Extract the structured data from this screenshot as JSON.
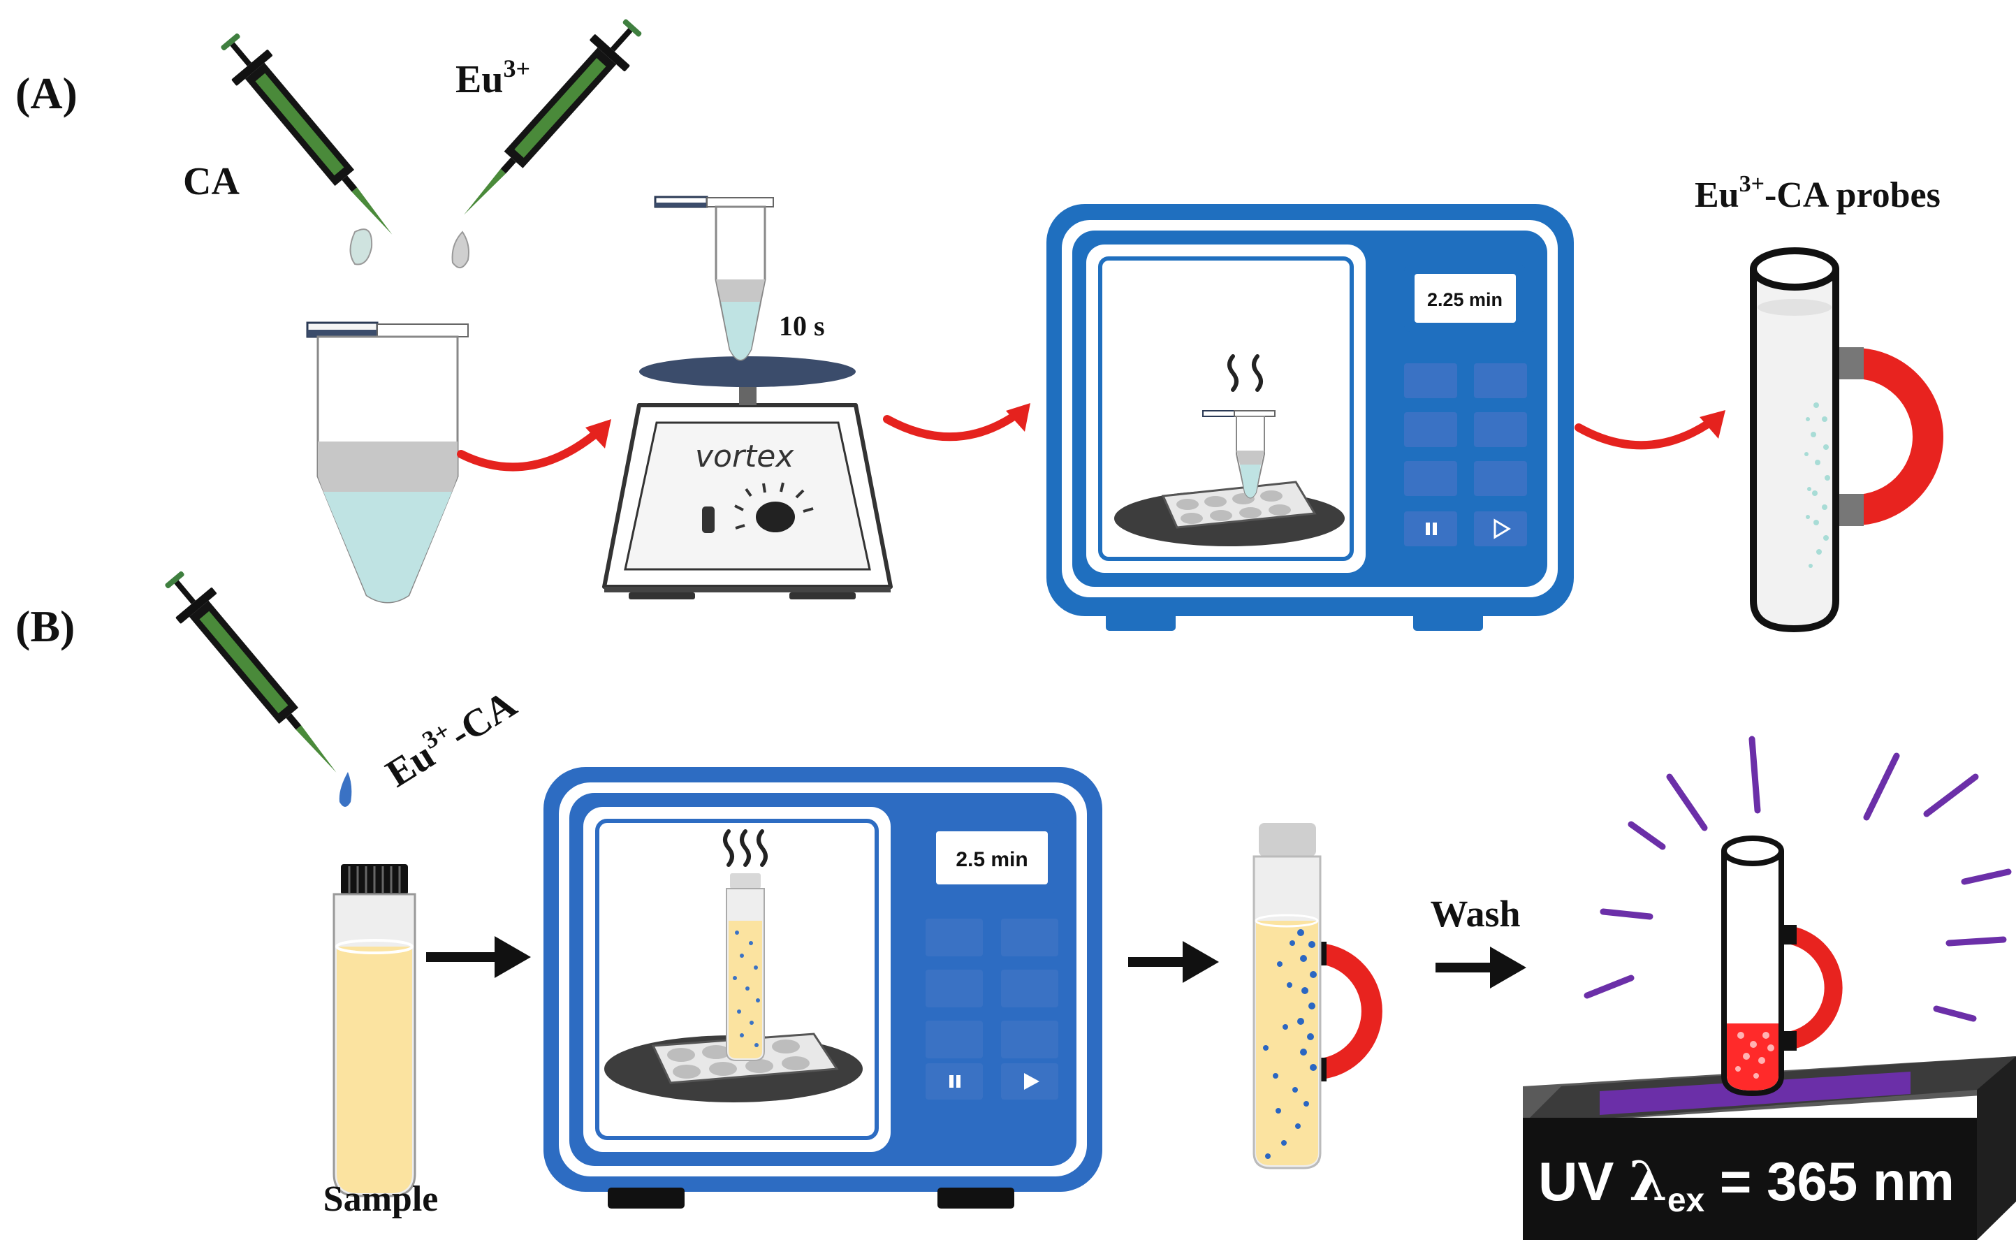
{
  "panel_a": {
    "label": "(A)",
    "reagent_1": "CA",
    "reagent_2_base": "Eu",
    "reagent_2_sup": "3+",
    "vortex_time": "10 s",
    "vortex_label": "vortex",
    "microwave_time": "2.25 min",
    "product_base": "Eu",
    "product_sup": "3+",
    "product_rest": "-CA probes"
  },
  "panel_b": {
    "label": "(B)",
    "probe_base": "Eu",
    "probe_sup": "3+",
    "probe_rest": "-CA",
    "sample_label": "Sample",
    "microwave_time": "2.5 min",
    "wash_label": "Wash",
    "uv_prefix": "UV ",
    "uv_lambda": "λ",
    "uv_sub": "ex",
    "uv_value": " = 365 nm"
  },
  "colors": {
    "microwave_blue": "#1f6fbf",
    "button_blue": "#3a72c4",
    "syringe_green": "#4a8a3a",
    "magnet_red": "#e8231f",
    "arrow_red": "#e5221e",
    "uv_purple": "#6b2fa8",
    "sample_yellow": "#fbe3a0",
    "cyan_solution": "#bfe3e3"
  }
}
